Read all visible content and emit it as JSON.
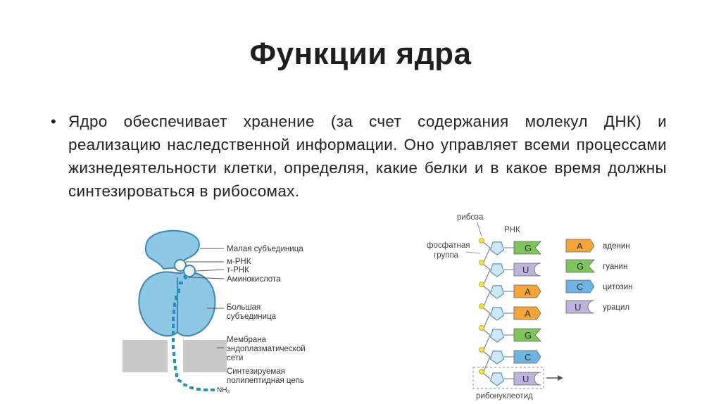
{
  "slide": {
    "title": "Функции ядра",
    "bullet_text": "Ядро обеспечивает хранение (за счет содержания молекул ДНК) и реализацию наследственной информации. Оно управляет всеми процессами жизнедеятельности клетки, определяя, какие белки и в какое время должны синтезироваться в рибосомах."
  },
  "ribosome_figure": {
    "labels": {
      "small_subunit": "Малая субъединица",
      "mrna": "м-РНК",
      "trna": "т-РНК",
      "amino_acid": "Аминокислота",
      "large_subunit_1": "Большая",
      "large_subunit_2": "субъединица",
      "membrane_1": "Мембрана",
      "membrane_2": "эндоплазматической",
      "membrane_3": "сети",
      "chain_1": "Синтезируемая",
      "chain_2": "полипептидная цепь",
      "nh2": "NH₂"
    },
    "colors": {
      "subunit": "#8ec7e3",
      "subunit_stroke": "#3c86b0",
      "membrane": "#c9c9c9",
      "chain": "#2a8fb8"
    }
  },
  "rna_figure": {
    "labels": {
      "ribose": "рибоза",
      "rna": "РНК",
      "phosphate_1": "фосфатная",
      "phosphate_2": "группа",
      "ribonucleotide": "рибонуклеотид"
    },
    "sequence": [
      "G",
      "U",
      "A",
      "A",
      "G",
      "C",
      "U"
    ],
    "legend": [
      {
        "letter": "A",
        "name": "аденин",
        "color": "#f4a53a"
      },
      {
        "letter": "G",
        "name": "гуанин",
        "color": "#7dc55a"
      },
      {
        "letter": "C",
        "name": "цитозин",
        "color": "#6fb3e2"
      },
      {
        "letter": "U",
        "name": "урацил",
        "color": "#bdb3dc"
      }
    ],
    "colors": {
      "pentagon": "#cfe6f5",
      "pentagon_stroke": "#5a94c0",
      "phosphate": "#f3e04a",
      "backbone": "#8a8a8a"
    }
  }
}
